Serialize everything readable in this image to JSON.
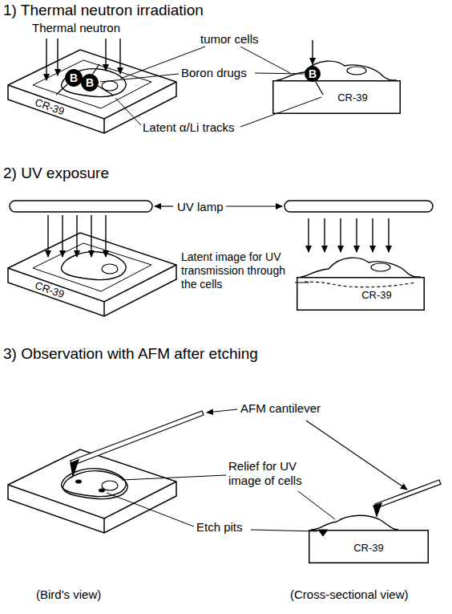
{
  "diagram": {
    "nodes": [
      {
        "text": [
          "CR-39"
        ]
      },
      {
        "text": [
          "B"
        ],
        "in": 0
      },
      {
        "text": [
          "B"
        ],
        "in": 0
      },
      {
        "text": [
          "CR-39"
        ]
      },
      {
        "text": [
          "B"
        ]
      },
      {
        "text": [
          "CR-39"
        ]
      },
      {
        "text": [
          "CR-39"
        ]
      },
      {
        "text": [
          "CR-39"
        ]
      }
    ],
    "labels": [
      "1) Thermal neutron irradiation",
      "Thermal neutron",
      "tumor cells",
      "Boron drugs",
      "Latent α/Li tracks",
      "2) UV exposure",
      "UV lamp",
      "Latent image for UV transmission through the cells",
      "3) Observation with AFM after etching",
      "AFM cantilever",
      "Relief for UV image of cells",
      "Etch pits",
      "(Bird's view)",
      "(Cross-sectional view)"
    ]
  }
}
